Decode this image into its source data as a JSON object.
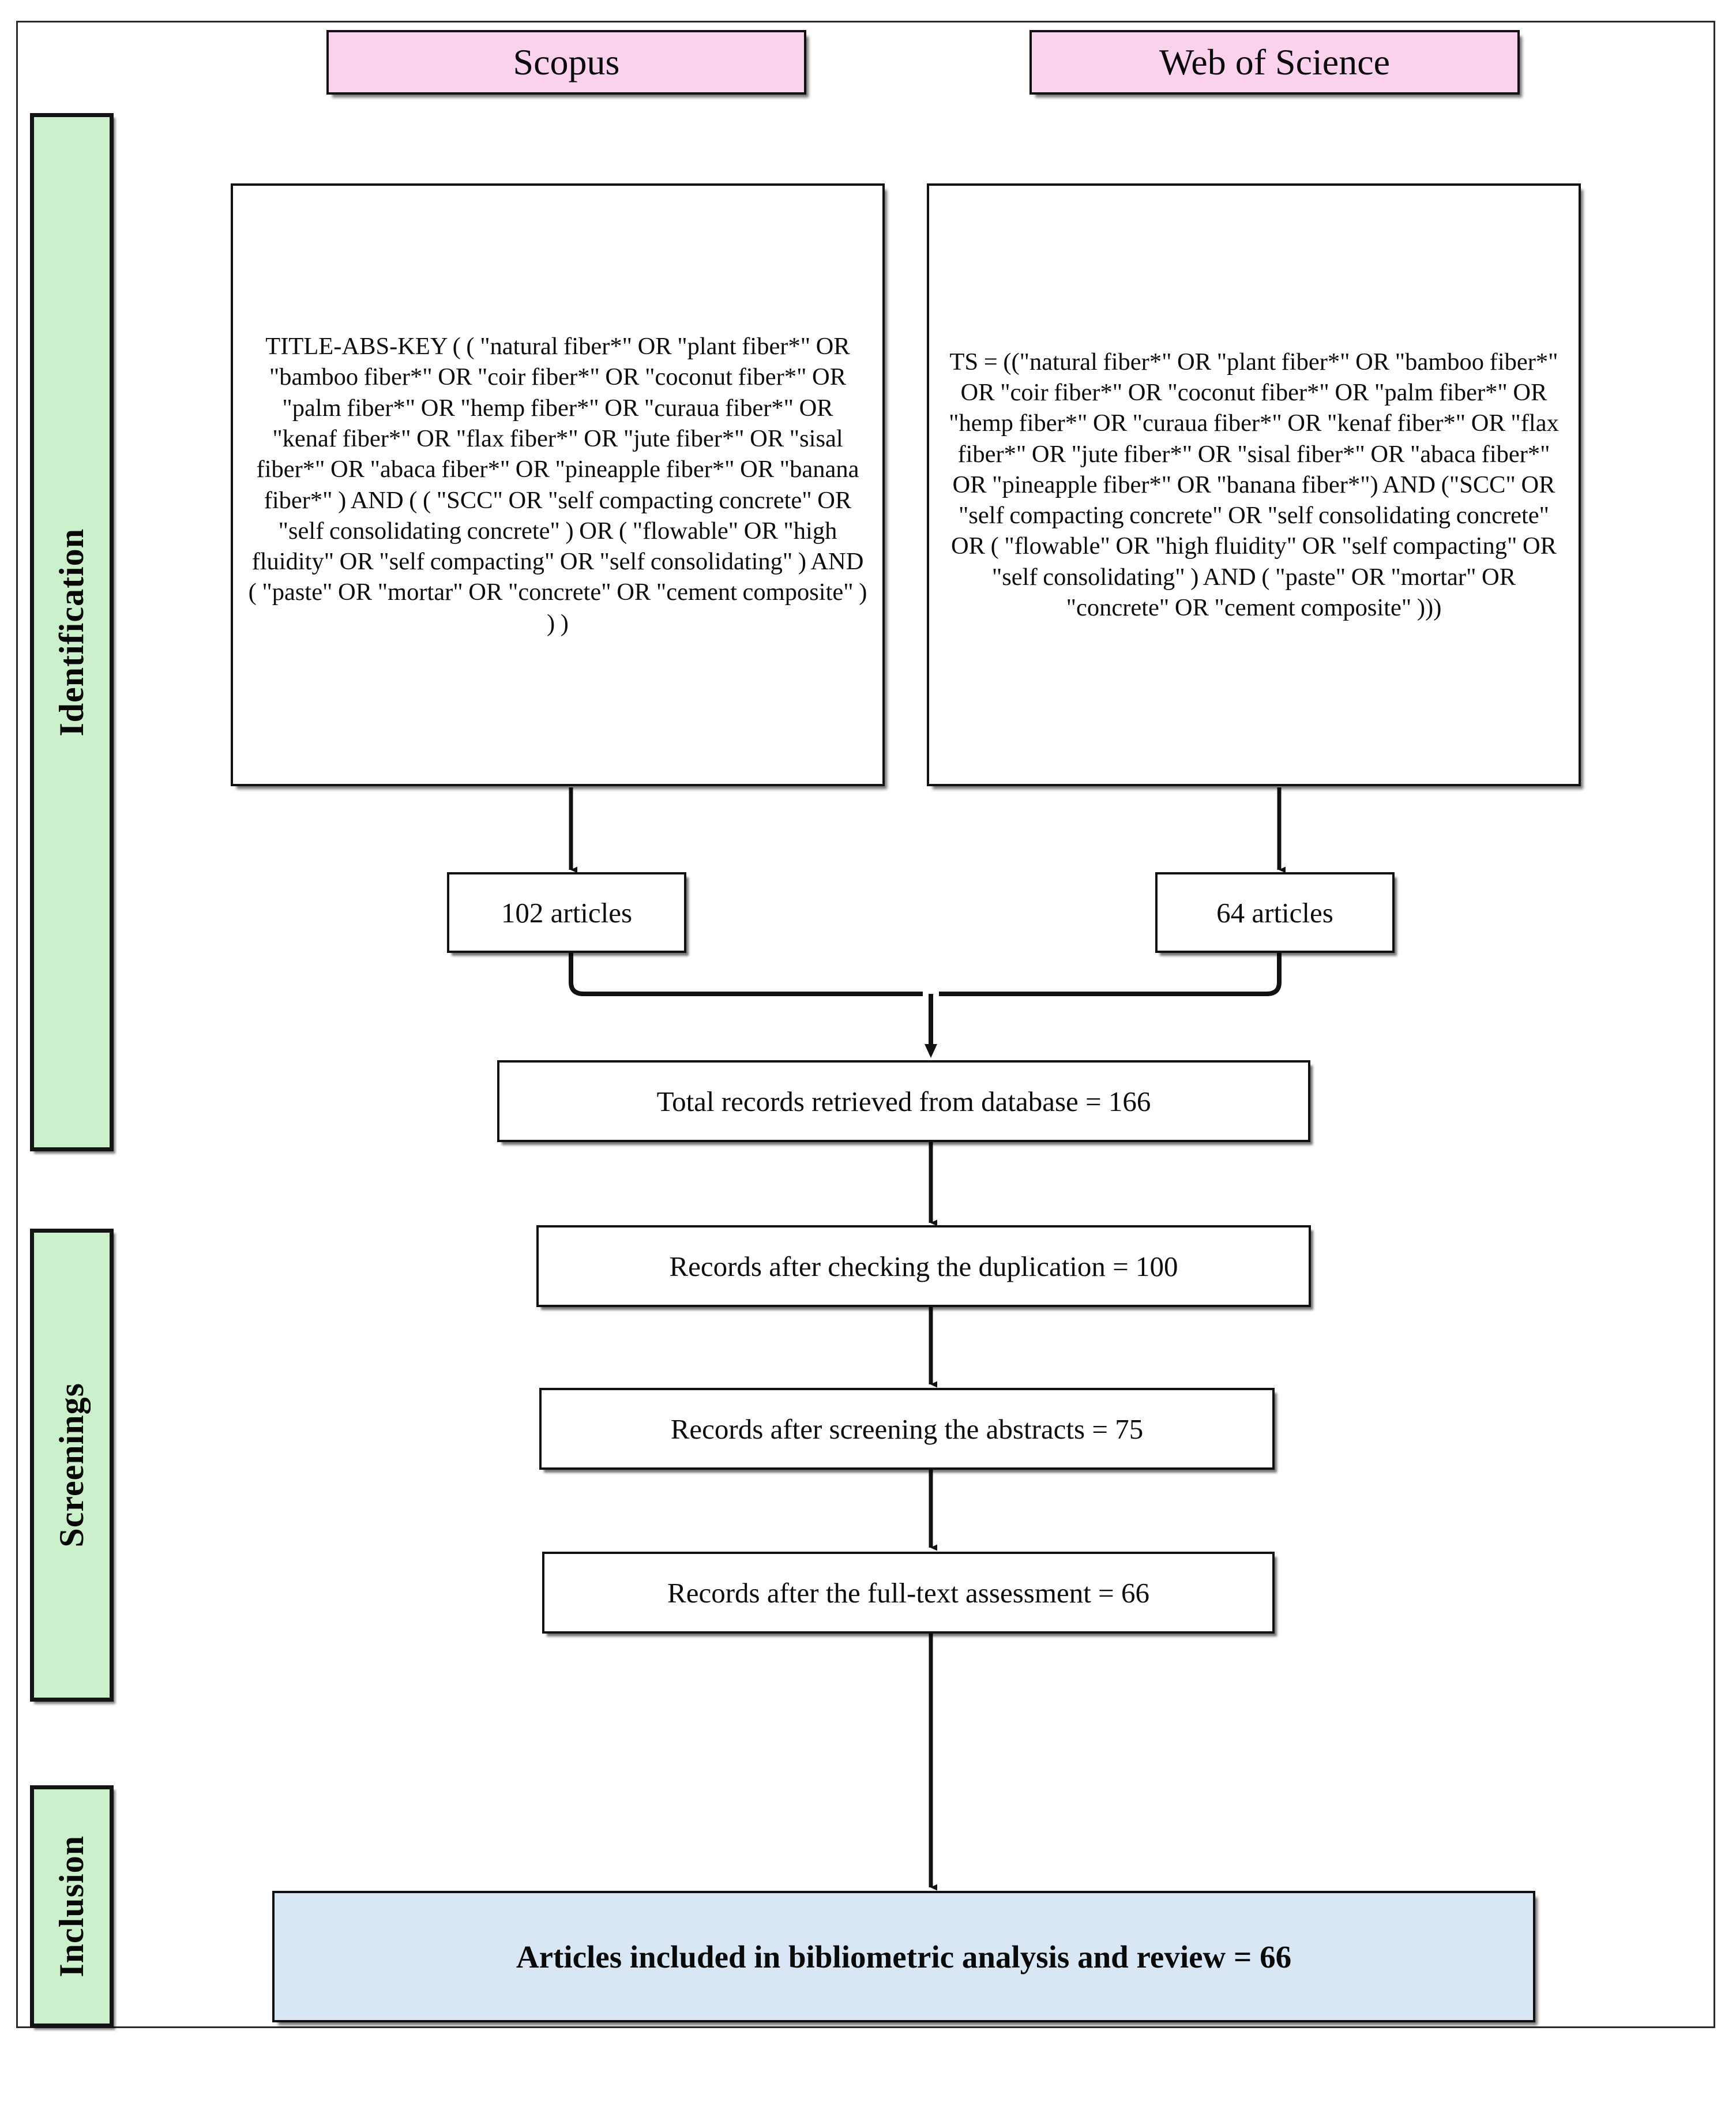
{
  "diagram": {
    "title": "PRISMA flow diagram of article identification, screening and inclusion",
    "colors": {
      "stage_bar_fill": "#cdf0cc",
      "database_header_fill": "#fbd2ee",
      "final_box_fill": "#d9e7f5",
      "box_border": "#111111",
      "text": "#0d0d0d"
    }
  },
  "stages": [
    {
      "label": "Identification"
    },
    {
      "label": "Screenings"
    },
    {
      "label": "Inclusion"
    }
  ],
  "databases": [
    {
      "name": "Scopus",
      "query": "TITLE-ABS-KEY ( ( \"natural fiber*\" OR \"plant fiber*\" OR \"bamboo fiber*\" OR \"coir fiber*\" OR \"coconut fiber*\" OR \"palm fiber*\" OR \"hemp fiber*\" OR \"curaua fiber*\" OR \"kenaf fiber*\" OR \"flax fiber*\" OR \"jute fiber*\" OR \"sisal fiber*\" OR \"abaca fiber*\" OR \"pineapple fiber*\" OR \"banana fiber*\" ) AND ( ( \"SCC\" OR \"self compacting concrete\" OR \"self consolidating concrete\" ) OR ( \"flowable\" OR \"high fluidity\" OR \"self compacting\" OR \"self consolidating\" ) AND ( \"paste\" OR \"mortar\" OR \"concrete\" OR \"cement composite\" ) ) )",
      "result_label": "102 articles",
      "result_count": 102
    },
    {
      "name": "Web of Science",
      "query": "TS = ((\"natural fiber*\" OR \"plant fiber*\" OR \"bamboo fiber*\" OR \"coir fiber*\" OR \"coconut fiber*\" OR \"palm fiber*\" OR \"hemp fiber*\" OR \"curaua fiber*\" OR \"kenaf fiber*\" OR \"flax fiber*\" OR \"jute fiber*\" OR \"sisal fiber*\" OR \"abaca fiber*\" OR \"pineapple fiber*\" OR \"banana fiber*\") AND (\"SCC\" OR \"self compacting concrete\" OR \"self consolidating concrete\" OR ( \"flowable\" OR \"high fluidity\" OR \"self compacting\" OR \"self consolidating\" ) AND ( \"paste\" OR \"mortar\" OR \"concrete\" OR \"cement composite\" )))",
      "result_label": "64 articles",
      "result_count": 64
    }
  ],
  "flow_steps": [
    {
      "label": "Total records retrieved from database = 166",
      "count": 166
    },
    {
      "label": "Records after checking the duplication = 100",
      "count": 100
    },
    {
      "label": "Records after screening the abstracts = 75",
      "count": 75
    },
    {
      "label": "Records after the full-text assessment = 66",
      "count": 66
    }
  ],
  "final": {
    "label": "Articles included in bibliometric analysis and review = 66",
    "count": 66
  }
}
